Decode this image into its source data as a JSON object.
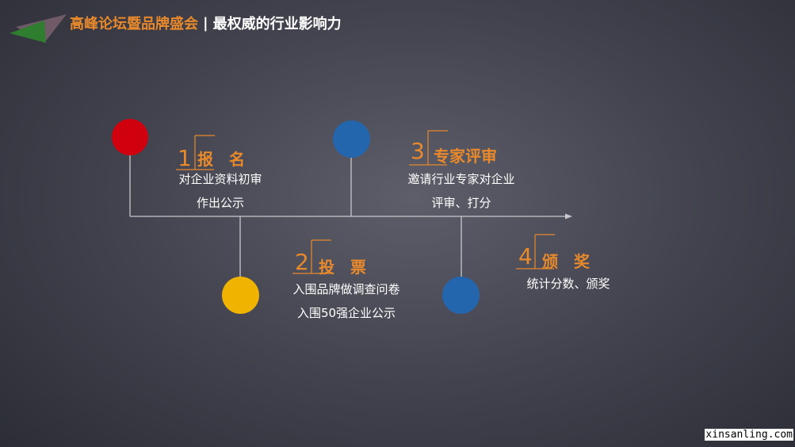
{
  "header": {
    "title_left": "高峰论坛暨品牌盛会",
    "separator": "|",
    "title_right": "最权威的行业影响力"
  },
  "colors": {
    "accent_orange": "#e8892b",
    "node_red": "#d0000f",
    "node_blue": "#2466ae",
    "node_yellow": "#f0b400",
    "line_gray": "#c8c8cc",
    "logo_green": "#2f7d2e",
    "logo_purple": "#7a6070"
  },
  "steps": [
    {
      "number": "1",
      "title": "报　名",
      "lines": [
        "对企业资料初审",
        "作出公示"
      ]
    },
    {
      "number": "2",
      "title": "投　票",
      "lines": [
        "入围品牌做调查问卷",
        "入围50强企业公示"
      ]
    },
    {
      "number": "3",
      "title": "专家评审",
      "lines": [
        "邀请行业专家对企业",
        "评审、打分"
      ]
    },
    {
      "number": "4",
      "title": "颁　奖",
      "lines": [
        "统计分数、颁奖"
      ]
    }
  ],
  "watermark": "xinsanling.com"
}
